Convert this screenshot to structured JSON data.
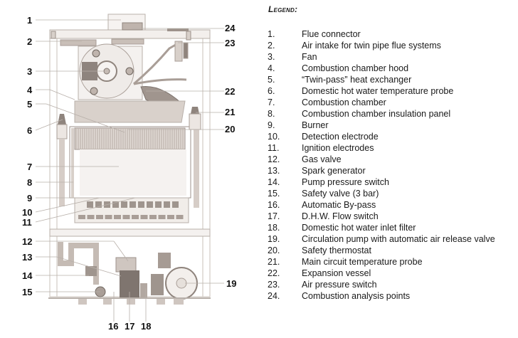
{
  "legend": {
    "title": "Legend:",
    "items": [
      {
        "num": "1.",
        "label": "Flue connector"
      },
      {
        "num": "2.",
        "label": "Air intake for twin pipe flue systems"
      },
      {
        "num": "3.",
        "label": "Fan"
      },
      {
        "num": "4.",
        "label": "Combustion chamber hood"
      },
      {
        "num": "5.",
        "label": "“Twin-pass” heat exchanger"
      },
      {
        "num": "6.",
        "label": "Domestic hot water temperature probe"
      },
      {
        "num": "7.",
        "label": "Combustion chamber"
      },
      {
        "num": "8.",
        "label": "Combustion chamber insulation panel"
      },
      {
        "num": "9.",
        "label": "Burner"
      },
      {
        "num": "10.",
        "label": "Detection electrode"
      },
      {
        "num": "11.",
        "label": "Ignition electrodes"
      },
      {
        "num": "12.",
        "label": "Gas valve"
      },
      {
        "num": "13.",
        "label": "Spark generator"
      },
      {
        "num": "14.",
        "label": "Pump pressure switch"
      },
      {
        "num": "15.",
        "label": "Safety valve (3 bar)"
      },
      {
        "num": "16.",
        "label": "Automatic By-pass"
      },
      {
        "num": "17.",
        "label": "D.H.W. Flow switch"
      },
      {
        "num": "18.",
        "label": "Domestic hot water inlet filter"
      },
      {
        "num": "19.",
        "label": "Circulation pump with automatic air release valve"
      },
      {
        "num": "20.",
        "label": "Safety thermostat"
      },
      {
        "num": "21.",
        "label": "Main circuit temperature probe"
      },
      {
        "num": "22.",
        "label": "Expansion vessel"
      },
      {
        "num": "23.",
        "label": "Air pressure switch"
      },
      {
        "num": "24.",
        "label": "Combustion analysis points"
      }
    ]
  },
  "callouts": {
    "c1": "1",
    "c2": "2",
    "c3": "3",
    "c4": "4",
    "c5": "5",
    "c6": "6",
    "c7": "7",
    "c8": "8",
    "c9": "9",
    "c10": "10",
    "c11": "11",
    "c12": "12",
    "c13": "13",
    "c14": "14",
    "c15": "15",
    "c16": "16",
    "c17": "17",
    "c18": "18",
    "c19": "19",
    "c20": "20",
    "c21": "21",
    "c22": "22",
    "c23": "23",
    "c24": "24"
  },
  "colors": {
    "line": "#b8b0aa",
    "fill_light": "#efeae6",
    "fill_mid": "#cdc4bd",
    "fill_dark": "#9a8f88",
    "text": "#111111"
  }
}
